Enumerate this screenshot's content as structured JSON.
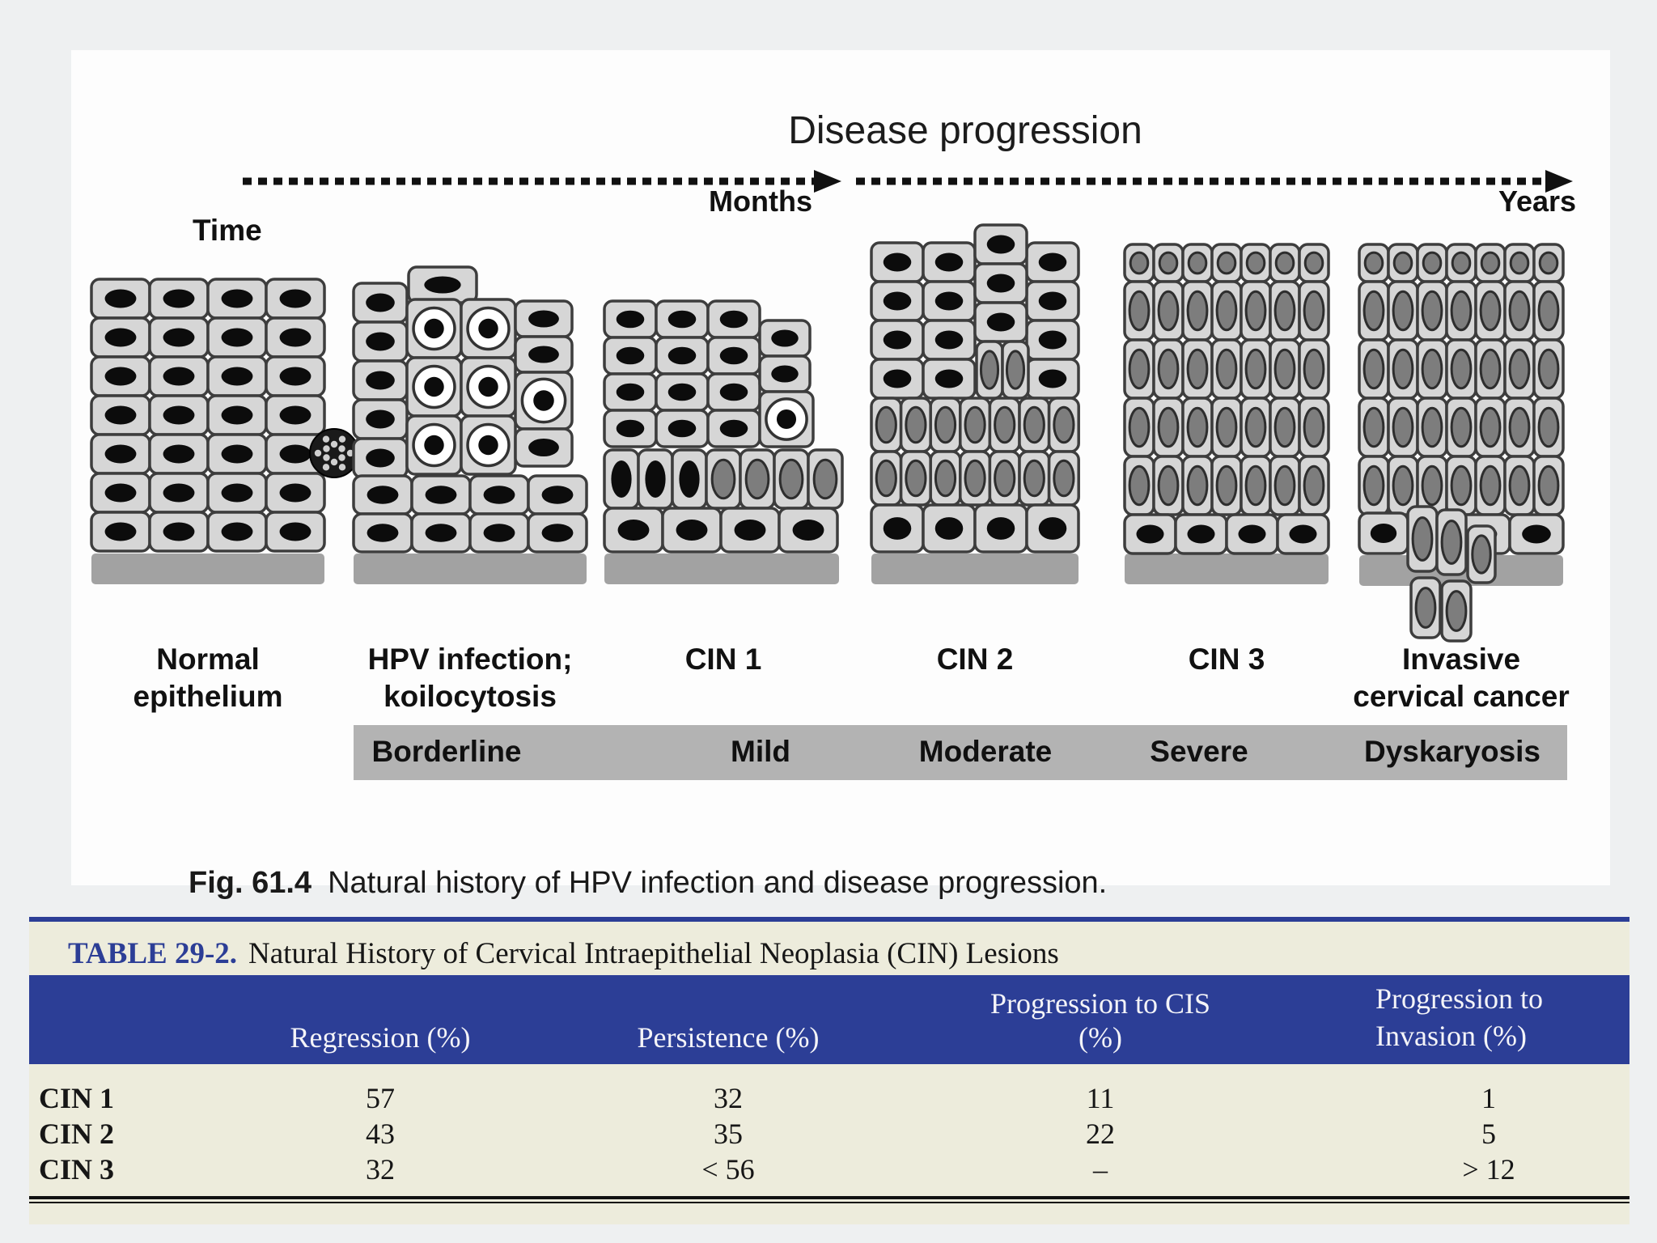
{
  "figure": {
    "title": "Disease progression",
    "time_label": "Time",
    "timescales": [
      {
        "label": "Months"
      },
      {
        "label": "Years"
      }
    ],
    "stages": [
      {
        "id": "normal-epithelium",
        "label": "Normal epithelium",
        "label_lines": [
          "Normal",
          "epithelium"
        ]
      },
      {
        "id": "hpv-koilocytosis",
        "label": "HPV infection; koilocytosis",
        "label_lines": [
          "HPV infection;",
          "koilocytosis"
        ]
      },
      {
        "id": "cin-1",
        "label": "CIN 1",
        "label_lines": [
          "CIN 1"
        ]
      },
      {
        "id": "cin-2",
        "label": "CIN 2",
        "label_lines": [
          "CIN 2"
        ]
      },
      {
        "id": "cin-3",
        "label": "CIN 3",
        "label_lines": [
          "CIN 3"
        ]
      },
      {
        "id": "invasive-cervical-cancer",
        "label": "Invasive cervical cancer",
        "label_lines": [
          "Invasive",
          "cervical cancer"
        ]
      }
    ],
    "smear_grades": [
      "Borderline",
      "Mild",
      "Moderate",
      "Severe",
      "Dyskaryosis"
    ],
    "caption_label": "Fig. 61.4",
    "caption_text": "Natural history of HPV infection and disease progression."
  },
  "table": {
    "number_label": "TABLE 29-2.",
    "title": "Natural History of Cervical Intraepithelial Neoplasia (CIN) Lesions",
    "columns": [
      "Regression (%)",
      "Persistence (%)",
      "Progression to CIS (%)",
      "Progression to Invasion (%)"
    ],
    "rows": [
      {
        "label": "CIN 1",
        "values": [
          "57",
          "32",
          "11",
          "1"
        ]
      },
      {
        "label": "CIN 2",
        "values": [
          "43",
          "35",
          "22",
          "5"
        ]
      },
      {
        "label": "CIN 3",
        "values": [
          "32",
          "< 56",
          "–",
          "> 12"
        ]
      }
    ]
  },
  "colors": {
    "table_blue": "#2c3e96",
    "band_cream": "#edecdc",
    "grade_bar_gray": "#b3b3b3",
    "cell_fill": "#d6d6d6",
    "cell_stroke": "#3d3d3d",
    "dysplastic_nucleus_gray": "#7d7d7d",
    "basement_membrane_gray": "#a2a2a2"
  }
}
